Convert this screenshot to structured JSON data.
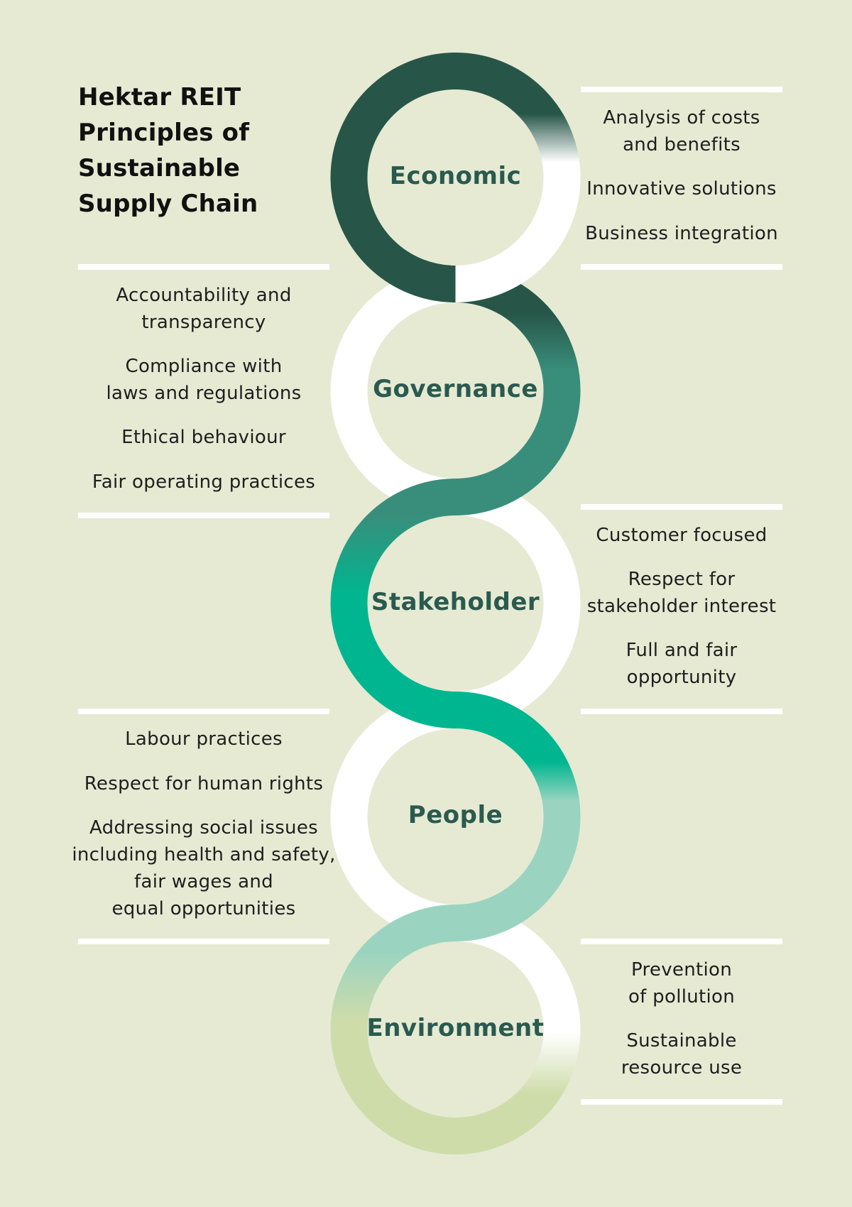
{
  "title": "Hektar REIT\nPrinciples of\nSustainable\nSupply Chain",
  "colors": {
    "background": "#e6ead3",
    "dark": "#275648",
    "teal": "#398e7b",
    "green": "#00b690",
    "mint": "#9ad4c1",
    "sage": "#cedca9",
    "white": "#ffffff"
  },
  "principles": [
    {
      "name": "Economic",
      "items": [
        "Analysis of costs\nand benefits",
        "Innovative solutions",
        "Business integration"
      ]
    },
    {
      "name": "Governance",
      "items": [
        "Accountability and\ntransparency",
        "Compliance with\nlaws and regulations",
        "Ethical behaviour",
        "Fair operating practices"
      ]
    },
    {
      "name": "Stakeholder",
      "items": [
        "Customer focused",
        "Respect for\nstakeholder interest",
        "Full and fair\nopportunity"
      ]
    },
    {
      "name": "People",
      "items": [
        "Labour practices",
        "Respect for human rights",
        "Addressing social issues\nincluding health and safety,\nfair wages and\nequal opportunities"
      ]
    },
    {
      "name": "Environment",
      "items": [
        "Prevention\nof pollution",
        "Sustainable\nresource use"
      ]
    }
  ]
}
